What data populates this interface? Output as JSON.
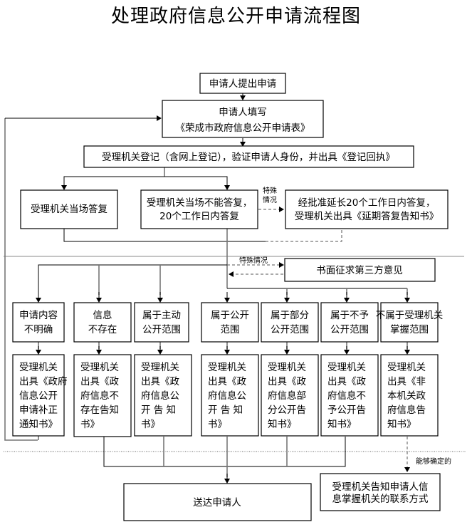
{
  "title": "处理政府信息公开申请流程图",
  "nodes": {
    "submit": [
      "申请人提出申请"
    ],
    "fill_form": [
      "申请人填写",
      "《荣成市政府信息公开申请表》"
    ],
    "register": [
      "受理机关登记（含网上登记），验证申请人身份，并出具《登记回执》"
    ],
    "reply_on_spot": [
      "受理机关当场答复"
    ],
    "reply_20_days": [
      "受理机关当场不能答复，",
      "20个工作日内答复"
    ],
    "extend": [
      "经批准延长20个工作日内答复，",
      "受理机关出具《延期答复告知书》"
    ],
    "third_party": [
      "书面征求第三方意见"
    ],
    "categories": [
      [
        "申请内容",
        "不明确"
      ],
      [
        "信息",
        "不存在"
      ],
      [
        "属于主动",
        "公开范围"
      ],
      [
        "属于公开",
        "范围"
      ],
      [
        "属于部分",
        "公开范围"
      ],
      [
        "属于不予",
        "公开范围"
      ],
      [
        "不属于受理机关",
        "掌握范围"
      ]
    ],
    "notices": [
      [
        "受理机关",
        "出具《政府",
        "信息公开",
        "申请补正",
        "通知书》"
      ],
      [
        "受理机关",
        "出具《政",
        "府信息不",
        "存在告知",
        "书》"
      ],
      [
        "受理机关",
        "出具《政",
        "府信息公",
        "开 告 知",
        "书》"
      ],
      [
        "受理机关",
        "出具《政",
        "府信息公",
        "开 告 知",
        "书》"
      ],
      [
        "受理机关",
        "出具《政",
        "府信息部",
        "分公开告",
        "知书》"
      ],
      [
        "受理机关",
        "出具《政",
        "府信息不",
        "予公开告",
        "知书》"
      ],
      [
        "受理机关",
        "出具《非",
        "本机关政",
        "府信息告",
        "知书》"
      ]
    ],
    "deliver": [
      "送达申请人"
    ],
    "inform_contact": [
      "受理机关告知申请人信",
      "息掌握机关的联系方式"
    ]
  },
  "edge_labels": {
    "special_case_stacked": [
      "特殊",
      "情况"
    ],
    "special_case": "特殊情况",
    "can_determine": "能够确定的"
  }
}
